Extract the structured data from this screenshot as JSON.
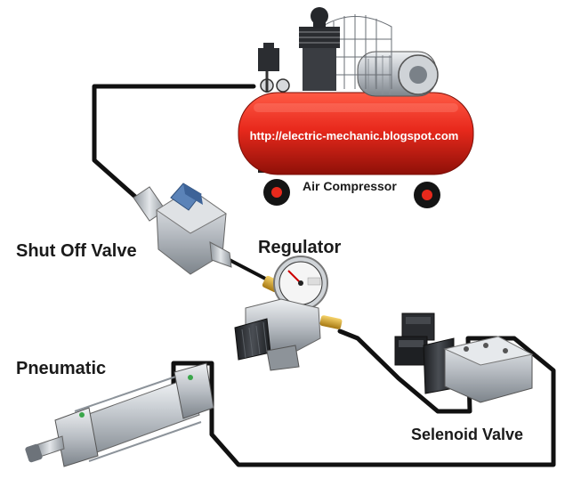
{
  "labels": {
    "shut_off_valve": "Shut Off Valve",
    "regulator": "Regulator",
    "pneumatic": "Pneumatic",
    "solenoid_valve": "Selenoid Valve",
    "air_compressor": "Air Compressor",
    "website": "http://electric-mechanic.blogspot.com"
  },
  "colors": {
    "tank": "#e8291c",
    "hose": "#111111",
    "metal": "#b9bec4",
    "brass": "#d8a62a",
    "dark": "#2a2c30"
  }
}
